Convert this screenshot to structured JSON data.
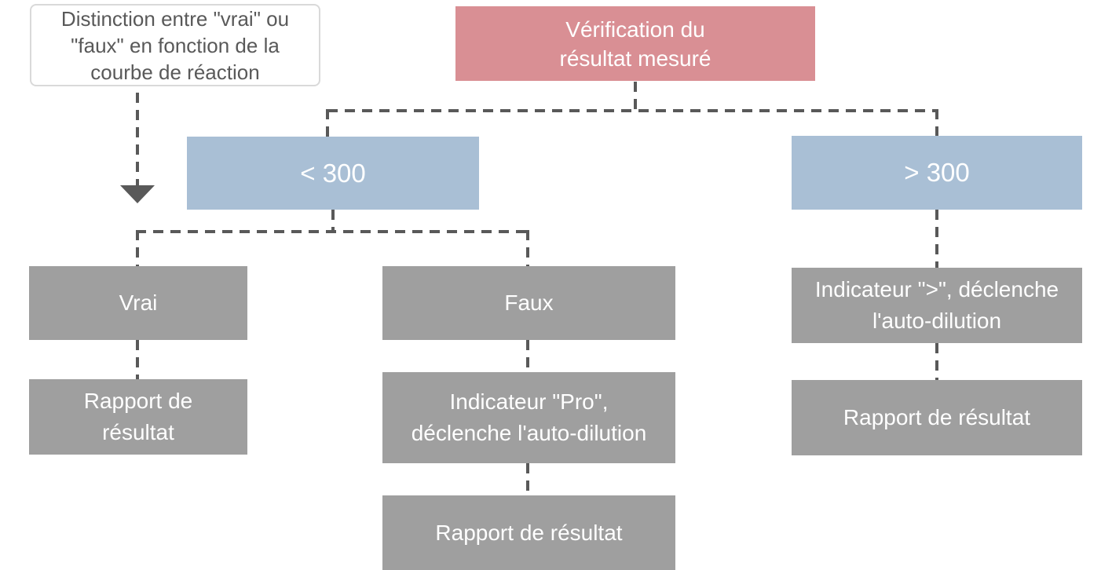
{
  "colors": {
    "pink": "#d98f94",
    "blue": "#a9bfd5",
    "gray": "#9f9f9f",
    "line": "#595959",
    "note-border": "#d9d9d9",
    "note-text": "#595959",
    "box-text": "#ffffff",
    "background": "#ffffff"
  },
  "diagram": {
    "note": "Distinction entre \"vrai\" ou\n\"faux\" en fonction de la\ncourbe de réaction",
    "root": "Vérification du\nrésultat mesuré",
    "branch_low": "< 300",
    "branch_high": "> 300",
    "node_vrai": "Vrai",
    "node_faux": "Faux",
    "node_indicator_high": "Indicateur \">\", déclenche\nl'auto-dilution",
    "node_report_vrai": "Rapport de\nrésultat",
    "node_indicator_pro": "Indicateur \"Pro\",\ndéclenche l'auto-dilution",
    "node_report_high": "Rapport de résultat",
    "node_report_pro": "Rapport de résultat"
  }
}
